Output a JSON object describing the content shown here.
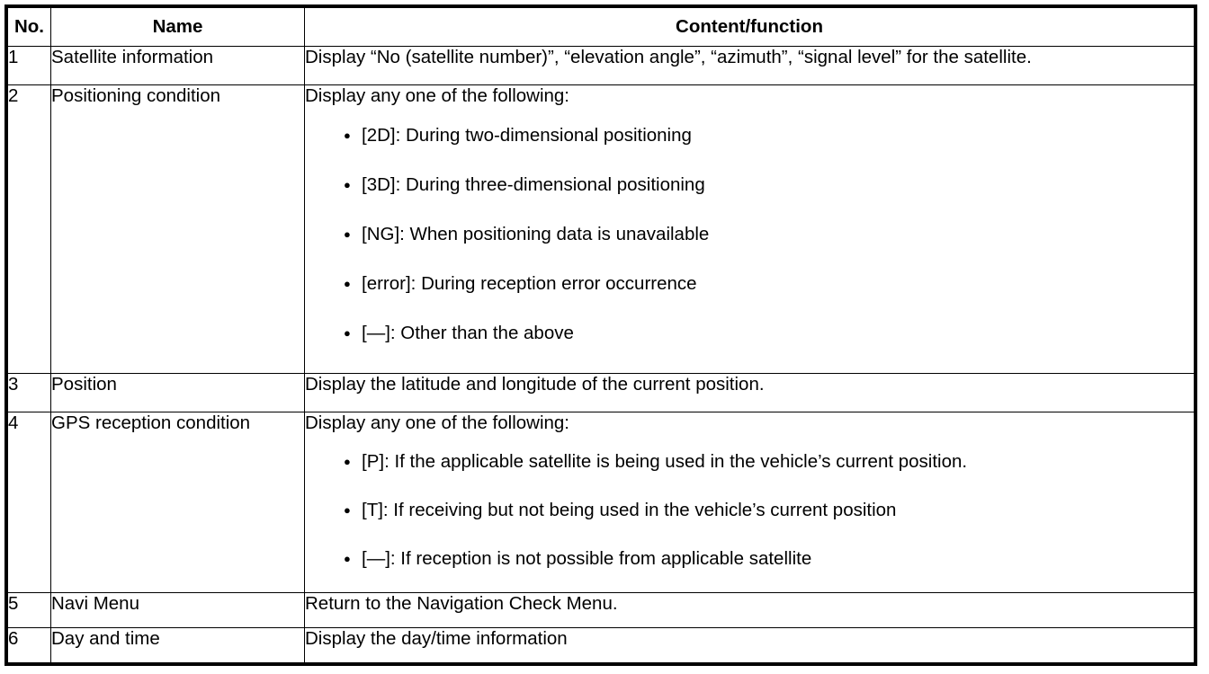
{
  "table": {
    "headers": {
      "no": "No.",
      "name": "Name",
      "content": "Content/function"
    },
    "rows": [
      {
        "no": "1",
        "name": "Satellite information",
        "desc": "Display “No (satellite number)”, “elevation angle”, “azimuth”, “signal level” for the satellite."
      },
      {
        "no": "2",
        "name": "Positioning condition",
        "intro": "Display any one of the following:",
        "bullets": [
          "[2D]: During two-dimensional positioning",
          "[3D]: During three-dimensional positioning",
          "[NG]: When positioning data is unavailable",
          "[error]: During reception error occurrence",
          "[—]: Other than the above"
        ]
      },
      {
        "no": "3",
        "name": "Position",
        "desc": "Display the latitude and longitude of the current position."
      },
      {
        "no": "4",
        "name": "GPS reception condition",
        "intro": "Display any one of the following:",
        "bullets": [
          "[P]: If the applicable satellite is being used in the vehicle’s current position.",
          "[T]: If receiving but not being used in the vehicle’s current position",
          "[—]: If reception is not possible from applicable satellite"
        ]
      },
      {
        "no": "5",
        "name": "Navi Menu",
        "desc": "Return to the Navigation Check Menu."
      },
      {
        "no": "6",
        "name": "Day and time",
        "desc": "Display the day/time information"
      }
    ]
  },
  "colors": {
    "border": "#000000",
    "text": "#000000",
    "background": "#ffffff"
  }
}
